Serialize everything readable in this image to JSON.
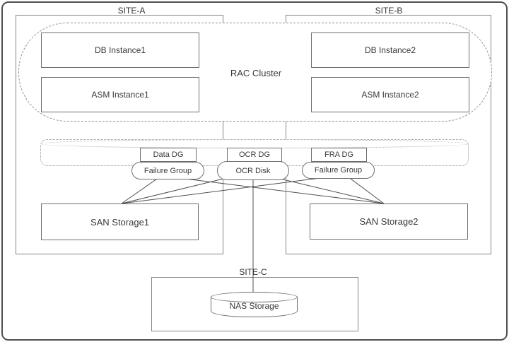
{
  "diagram": {
    "sites": {
      "site_a": {
        "label": "SITE-A"
      },
      "site_b": {
        "label": "SITE-B"
      },
      "site_c": {
        "label": "SITE-C"
      }
    },
    "cluster": {
      "label": "RAC Cluster"
    },
    "instances": {
      "db1": "DB Instance1",
      "asm1": "ASM Instance1",
      "db2": "DB Instance2",
      "asm2": "ASM Instance2"
    },
    "disk_groups": {
      "data": "Data DG",
      "ocr": "OCR DG",
      "fra": "FRA DG"
    },
    "disk_members": {
      "fg_left": "Failure Group",
      "ocr_disk": "OCR Disk",
      "fg_right": "Failure Group"
    },
    "storage": {
      "san1": "SAN Storage1",
      "san2": "SAN Storage2",
      "nas": "NAS Storage"
    },
    "connections": [
      {
        "from": "failure-group-left",
        "to": "san-storage1"
      },
      {
        "from": "failure-group-left",
        "to": "san-storage2"
      },
      {
        "from": "ocr-disk",
        "to": "san-storage1"
      },
      {
        "from": "ocr-disk",
        "to": "san-storage2"
      },
      {
        "from": "failure-group-right",
        "to": "san-storage1"
      },
      {
        "from": "failure-group-right",
        "to": "san-storage2"
      },
      {
        "from": "ocr-disk",
        "to": "nas-storage"
      },
      {
        "from": "rac-cluster",
        "to": "disk-group-band"
      }
    ],
    "colors": {
      "wire": "#4f4f4f",
      "box_border": "#6e6e6e",
      "site_border": "#858585",
      "dashed_border": "#8f8f8f",
      "dotted_border": "#979797",
      "text": "#3a3a3a",
      "background": "#ffffff"
    }
  }
}
